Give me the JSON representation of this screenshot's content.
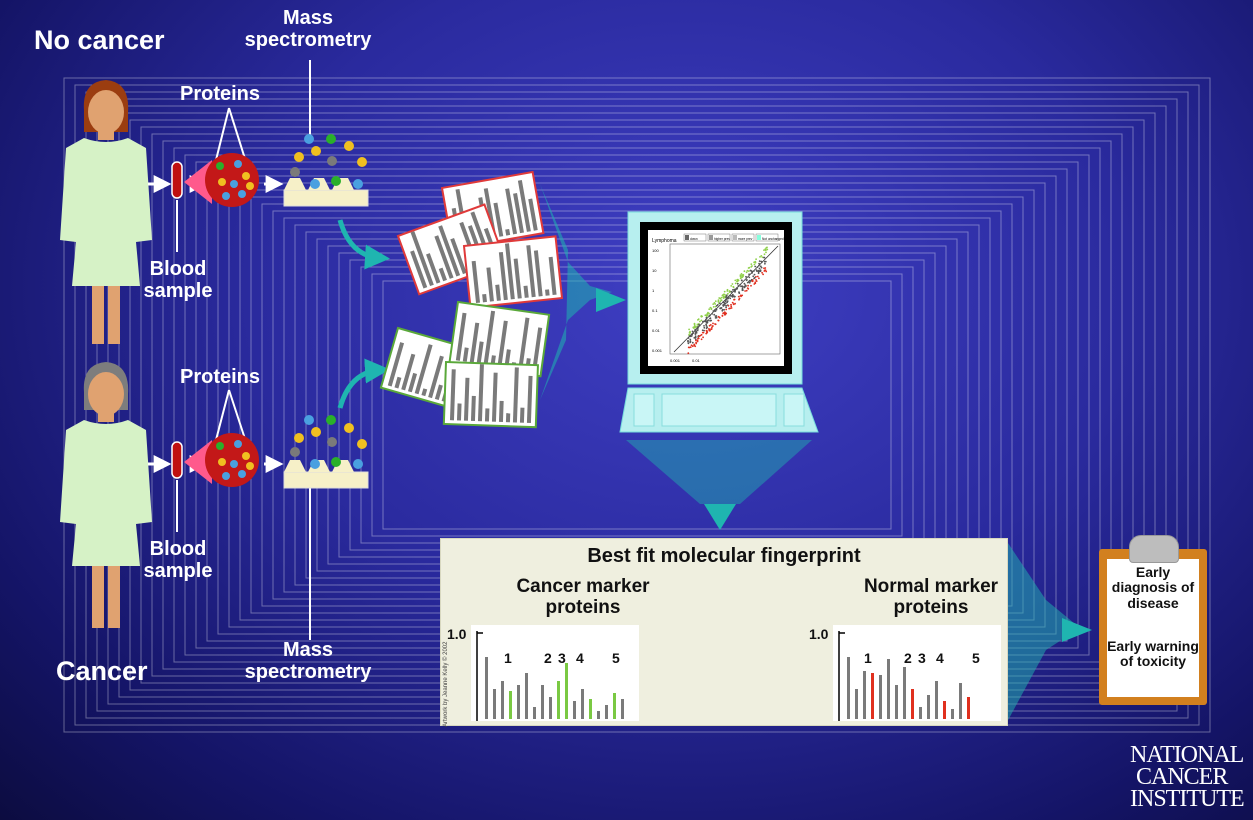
{
  "labels": {
    "no_cancer": "No cancer",
    "cancer": "Cancer",
    "mass_spec_top": "Mass spectrometry",
    "mass_spec_bottom": "Mass spectrometry",
    "proteins_top": "Proteins",
    "proteins_bottom": "Proteins",
    "blood_sample_top": "Blood sample",
    "blood_sample_bottom": "Blood sample"
  },
  "fingerprint": {
    "title": "Best fit molecular fingerprint",
    "cancer_heading": "Cancer marker proteins",
    "normal_heading": "Normal marker proteins",
    "y_label": "1.0",
    "marker_numbers": [
      "1",
      "2",
      "3",
      "4",
      "5"
    ],
    "credit": "Artwork by Jeanne Kelly © 2002"
  },
  "scatter": {
    "title": "Lymphoma",
    "legend": [
      "down",
      "higher prev",
      "more prev",
      "Not unchanged"
    ],
    "y_ticks": [
      "100",
      "10",
      "1",
      "0.1",
      "0.01",
      "0.001"
    ],
    "x_ticks": [
      "0.001",
      "0.01"
    ]
  },
  "outcome": {
    "item1": "Early diagnosis of disease",
    "item2": "Early warning of toxicity"
  },
  "logo": {
    "line1": "NATIONAL",
    "line2": "CANCER",
    "line3": "INSTITUTE"
  },
  "colors": {
    "background": "#2a2a9e",
    "skin": "#e0a270",
    "gown": "#d6f2c6",
    "arrow_teal": "#1fb5b0",
    "cancer_bar": "#7ac943",
    "normal_bar": "#e0301e",
    "gray_bar": "#7a7a7a",
    "panel": "#efefdf",
    "clipboard": "#d2801f"
  }
}
